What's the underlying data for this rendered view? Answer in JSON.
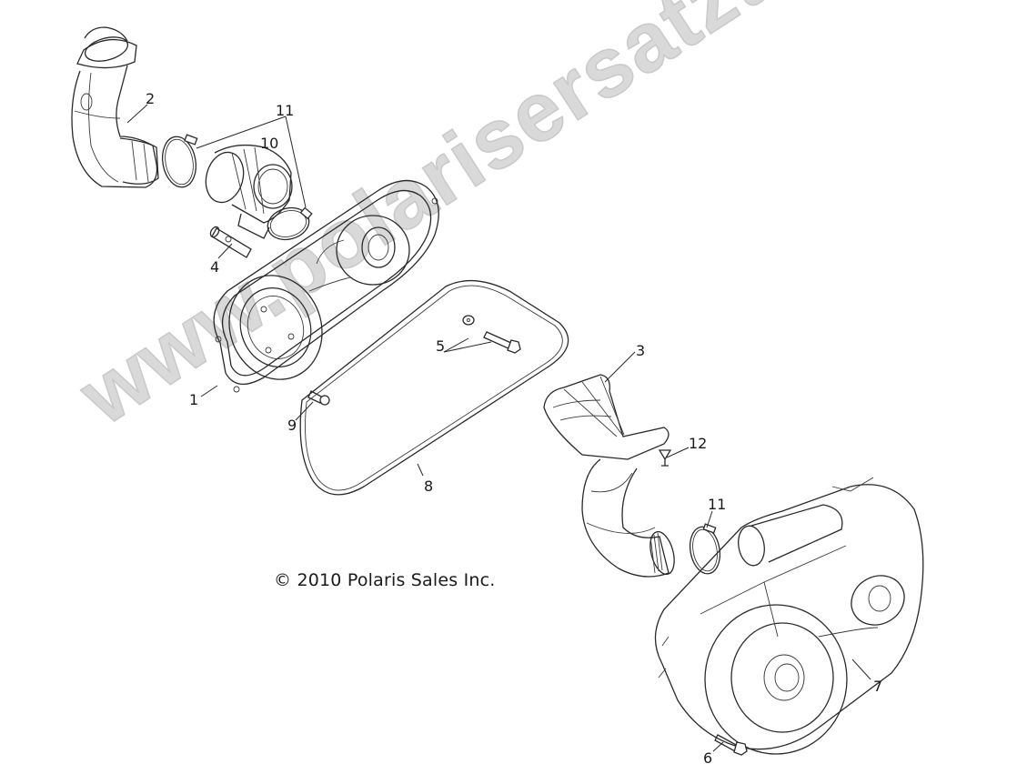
{
  "diagram": {
    "type": "exploded-parts-view",
    "subject": "clutch / CVT cover assembly with air intake ducts",
    "copyright": "© 2010 Polaris Sales Inc.",
    "watermark": "www.polarisersatzteile.de",
    "colors": {
      "background": "#ffffff",
      "line_art": "#2a2a2a",
      "watermark": "#d9d9d9"
    },
    "callouts": [
      {
        "id": "1",
        "label": "1",
        "part": "inner clutch cover"
      },
      {
        "id": "2",
        "label": "2",
        "part": "intake duct"
      },
      {
        "id": "3",
        "label": "3",
        "part": "exhaust duct inlet"
      },
      {
        "id": "4",
        "label": "4",
        "part": "pin"
      },
      {
        "id": "5",
        "label": "5",
        "part": "bolt and washer"
      },
      {
        "id": "6",
        "label": "6",
        "part": "bolt"
      },
      {
        "id": "7",
        "label": "7",
        "part": "outer clutch cover"
      },
      {
        "id": "8",
        "label": "8",
        "part": "cover seal"
      },
      {
        "id": "9",
        "label": "9",
        "part": "flange nut"
      },
      {
        "id": "10",
        "label": "10",
        "part": "intake adapter elbow"
      },
      {
        "id": "11a",
        "label": "11",
        "part": "hose clamp"
      },
      {
        "id": "11b",
        "label": "11",
        "part": "hose clamp"
      },
      {
        "id": "12",
        "label": "12",
        "part": "push rivet"
      }
    ]
  }
}
